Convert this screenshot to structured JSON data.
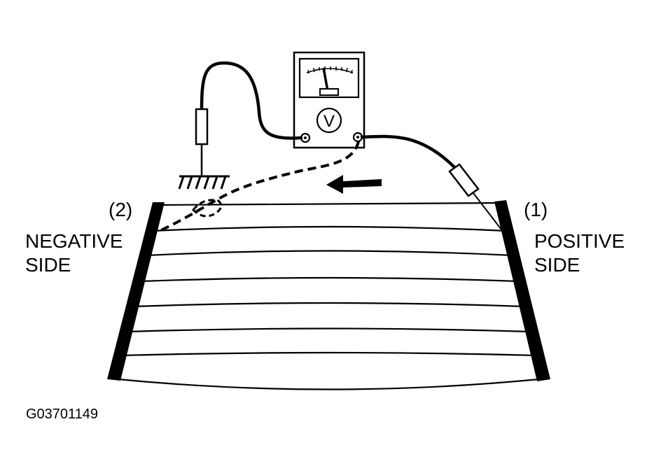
{
  "diagram": {
    "meter_symbol": "V",
    "positive_marker": "(1)",
    "negative_marker": "(2)",
    "negative_label": [
      "NEGATIVE",
      "SIDE"
    ],
    "positive_label": [
      "POSITIVE",
      "SIDE"
    ],
    "figure_id": "G03701149",
    "icons": {
      "meter": "voltmeter-icon",
      "ground": "ground-symbol-icon",
      "arrow": "arrow-left-icon"
    },
    "colors": {
      "ink": "#000000",
      "paper": "#ffffff"
    }
  }
}
